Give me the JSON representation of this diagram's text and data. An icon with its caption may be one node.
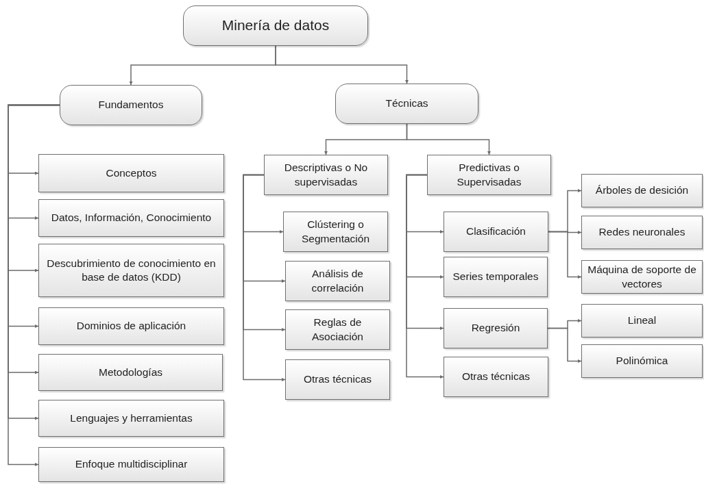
{
  "diagram": {
    "nodes": [
      {
        "text": [
          "Minería de datos"
        ]
      },
      {
        "text": [
          "Fundamentos"
        ]
      },
      {
        "text": [
          "Técnicas"
        ]
      },
      {
        "text": [
          "Conceptos"
        ]
      },
      {
        "text": [
          "Datos, Información, Conocimiento"
        ]
      },
      {
        "text": [
          "Descubrimiento de conocimiento en base de datos (KDD)"
        ]
      },
      {
        "text": [
          "Dominios de aplicación"
        ]
      },
      {
        "text": [
          "Metodologías"
        ]
      },
      {
        "text": [
          "Lenguajes y herramientas"
        ]
      },
      {
        "text": [
          "Enfoque multidisciplinar"
        ]
      },
      {
        "text": [
          "Descriptivas o No supervisadas"
        ]
      },
      {
        "text": [
          "Predictivas o Supervisadas"
        ]
      },
      {
        "text": [
          "Clústering o Segmentación"
        ]
      },
      {
        "text": [
          "Análisis de correlación"
        ]
      },
      {
        "text": [
          "Reglas de Asociación"
        ]
      },
      {
        "text": [
          "Otras técnicas"
        ]
      },
      {
        "text": [
          "Clasificación"
        ]
      },
      {
        "text": [
          "Series temporales"
        ]
      },
      {
        "text": [
          "Regresión"
        ]
      },
      {
        "text": [
          "Otras técnicas"
        ]
      },
      {
        "text": [
          "Árboles de desición"
        ]
      },
      {
        "text": [
          "Redes neuronales"
        ]
      },
      {
        "text": [
          "Máquina de soporte de vectores"
        ]
      },
      {
        "text": [
          "Lineal"
        ]
      },
      {
        "text": [
          "Polinómica"
        ]
      }
    ],
    "edges": [
      {
        "from": 0,
        "to": 1,
        "arrow": "to"
      },
      {
        "from": 0,
        "to": 2,
        "arrow": "to"
      },
      {
        "from": 1,
        "to": 3,
        "arrow": "to"
      },
      {
        "from": 1,
        "to": 4,
        "arrow": "to"
      },
      {
        "from": 1,
        "to": 5,
        "arrow": "to"
      },
      {
        "from": 1,
        "to": 6,
        "arrow": "to"
      },
      {
        "from": 1,
        "to": 7,
        "arrow": "to"
      },
      {
        "from": 1,
        "to": 8,
        "arrow": "to"
      },
      {
        "from": 1,
        "to": 9,
        "arrow": "to"
      },
      {
        "from": 2,
        "to": 10,
        "arrow": "to"
      },
      {
        "from": 2,
        "to": 11,
        "arrow": "to"
      },
      {
        "from": 10,
        "to": 12,
        "arrow": "to"
      },
      {
        "from": 10,
        "to": 13,
        "arrow": "to"
      },
      {
        "from": 10,
        "to": 14,
        "arrow": "to"
      },
      {
        "from": 10,
        "to": 15,
        "arrow": "to"
      },
      {
        "from": 11,
        "to": 16,
        "arrow": "to"
      },
      {
        "from": 11,
        "to": 17,
        "arrow": "to"
      },
      {
        "from": 11,
        "to": 18,
        "arrow": "to"
      },
      {
        "from": 11,
        "to": 19,
        "arrow": "to"
      },
      {
        "from": 16,
        "to": 20,
        "arrow": "to"
      },
      {
        "from": 16,
        "to": 21,
        "arrow": "to"
      },
      {
        "from": 16,
        "to": 22,
        "arrow": "to"
      },
      {
        "from": 18,
        "to": 23,
        "arrow": "to"
      },
      {
        "from": 18,
        "to": 24,
        "arrow": "to"
      }
    ]
  }
}
